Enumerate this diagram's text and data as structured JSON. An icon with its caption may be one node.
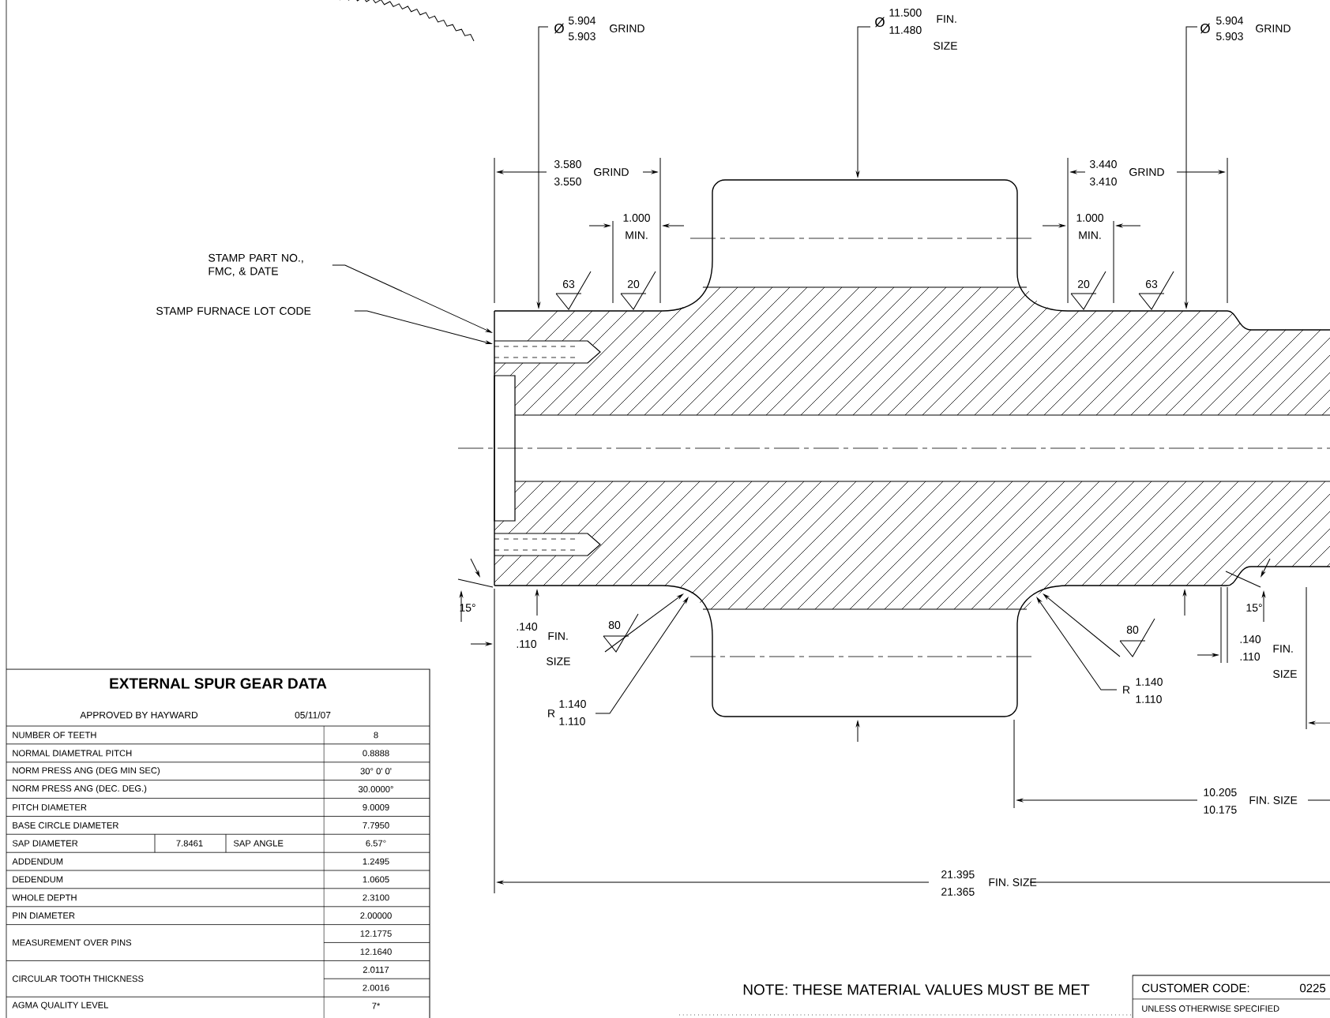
{
  "diagram": {
    "nodes": [
      {
        "text": [
          "STAMP PART NO., FMC, & DATE"
        ]
      },
      {
        "text": [
          "STAMP FURNACE LOT CODE"
        ]
      }
    ],
    "edges": [
      {
        "from": 0,
        "to": null,
        "arrow": "to"
      },
      {
        "from": 1,
        "to": null,
        "arrow": "to"
      }
    ],
    "labels": [
      "Ø",
      "5.904",
      "5.903",
      "GRIND",
      "Ø",
      "11.500",
      "11.480",
      "FIN.",
      "SIZE",
      "Ø",
      "5.904",
      "5.903",
      "GRIND",
      "3.580",
      "3.550",
      "GRIND",
      "1.000",
      "MIN.",
      "3.440",
      "3.410",
      "GRIND",
      "1.000",
      "MIN.",
      "63",
      "20",
      "20",
      "63",
      "15°",
      ".140",
      ".110",
      "FIN.",
      "SIZE",
      "80",
      "R",
      "1.140",
      "1.110",
      "15°",
      ".140",
      ".110",
      "FIN.",
      "SIZE",
      "80",
      "R",
      "1.140",
      "1.110",
      "10.205",
      "10.175",
      "FIN. SIZE",
      "21.395",
      "21.365",
      "FIN. SIZE",
      "EXTERNAL SPUR GEAR DATA",
      "APPROVED BY HAYWARD",
      "05/11/07",
      "NUMBER OF TEETH",
      "8",
      "NORMAL DIAMETRAL PITCH",
      "0.8888",
      "NORM PRESS ANG (DEG MIN SEC)",
      "30° 0' 0'",
      "NORM PRESS ANG (DEC. DEG.)",
      "30.0000°",
      "PITCH DIAMETER",
      "9.0009",
      "BASE CIRCLE DIAMETER",
      "7.7950",
      "SAP DIAMETER",
      "7.8461",
      "SAP ANGLE",
      "6.57°",
      "ADDENDUM",
      "1.2495",
      "DEDENDUM",
      "1.0605",
      "WHOLE DEPTH",
      "2.3100",
      "PIN DIAMETER",
      "2.00000",
      "MEASUREMENT OVER PINS",
      "12.1775",
      "12.1640",
      "CIRCULAR TOOTH THICKNESS",
      "2.0117",
      "2.0016",
      "AGMA QUALITY LEVEL",
      "7*",
      "NOTE: THESE MATERIAL VALUES MUST BE MET",
      "CUSTOMER CODE:",
      "0225",
      "UNLESS OTHERWISE SPECIFIED"
    ]
  }
}
